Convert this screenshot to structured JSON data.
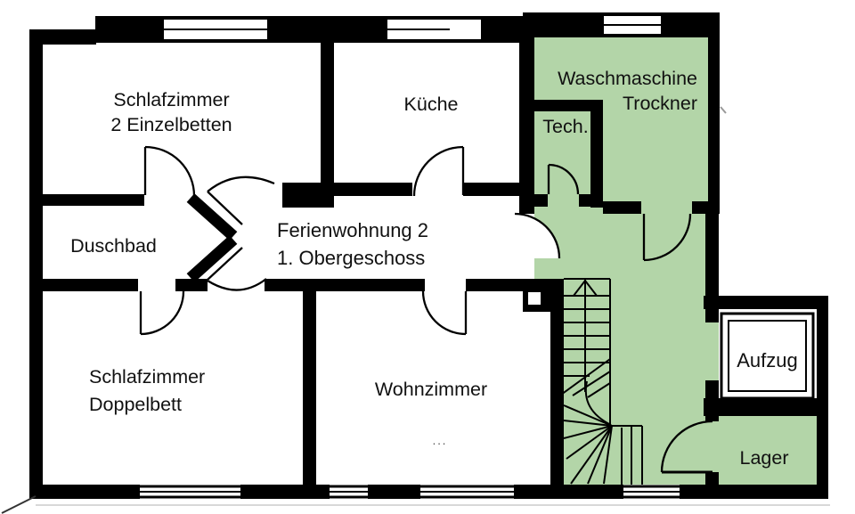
{
  "floorplan": {
    "hallway_label": {
      "line1": "Ferienwohnung 2",
      "line2": "1. Obergeschoss"
    },
    "rooms": {
      "bedroom_top": {
        "line1": "Schlafzimmer",
        "line2": "2 Einzelbetten"
      },
      "kitchen": {
        "label": "Küche"
      },
      "laundry": {
        "line1": "Waschmaschine",
        "line2": "Trockner"
      },
      "tech": {
        "label": "Tech."
      },
      "shower_bath": {
        "label": "Duschbad"
      },
      "bedroom_bottom": {
        "line1": "Schlafzimmer",
        "line2": "Doppelbett"
      },
      "living_room": {
        "label": "Wohnzimmer",
        "note": "..."
      },
      "elevator": {
        "label": "Aufzug"
      },
      "storage": {
        "label": "Lager"
      }
    },
    "colors": {
      "communal_green": "#b3d5a8",
      "wall": "#000000",
      "background": "#ffffff"
    }
  }
}
